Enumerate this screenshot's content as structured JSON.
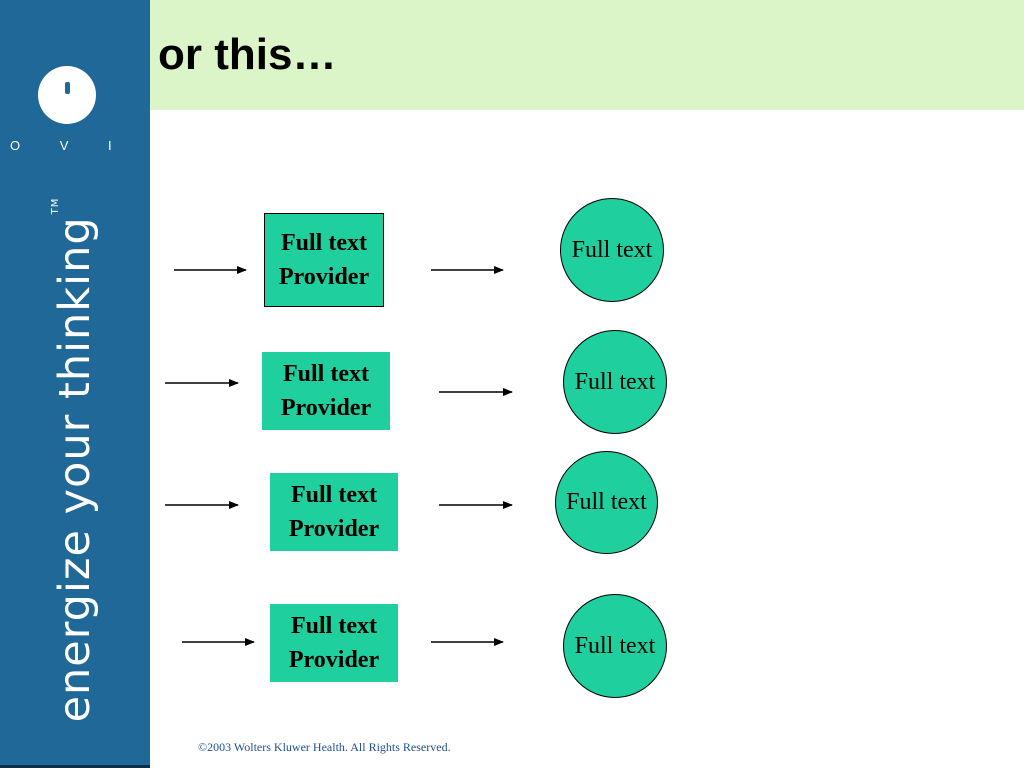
{
  "sidebar": {
    "logo_text": "O V I D .",
    "tagline": "energize your thinking",
    "trademark": "TM"
  },
  "slide": {
    "title": "or this…"
  },
  "rows": [
    {
      "provider_line1": "Full text",
      "provider_line2": "Provider",
      "target": "Full text"
    },
    {
      "provider_line1": "Full text",
      "provider_line2": "Provider",
      "target": "Full text"
    },
    {
      "provider_line1": "Full text",
      "provider_line2": "Provider",
      "target": "Full text"
    },
    {
      "provider_line1": "Full text",
      "provider_line2": "Provider",
      "target": "Full text"
    }
  ],
  "colors": {
    "sidebar": "#1f6898",
    "title_bar": "#dcf5c8",
    "node_fill": "#1fcf9d"
  },
  "footer": {
    "copyright": "©2003 Wolters Kluwer Health.  All Rights Reserved."
  }
}
